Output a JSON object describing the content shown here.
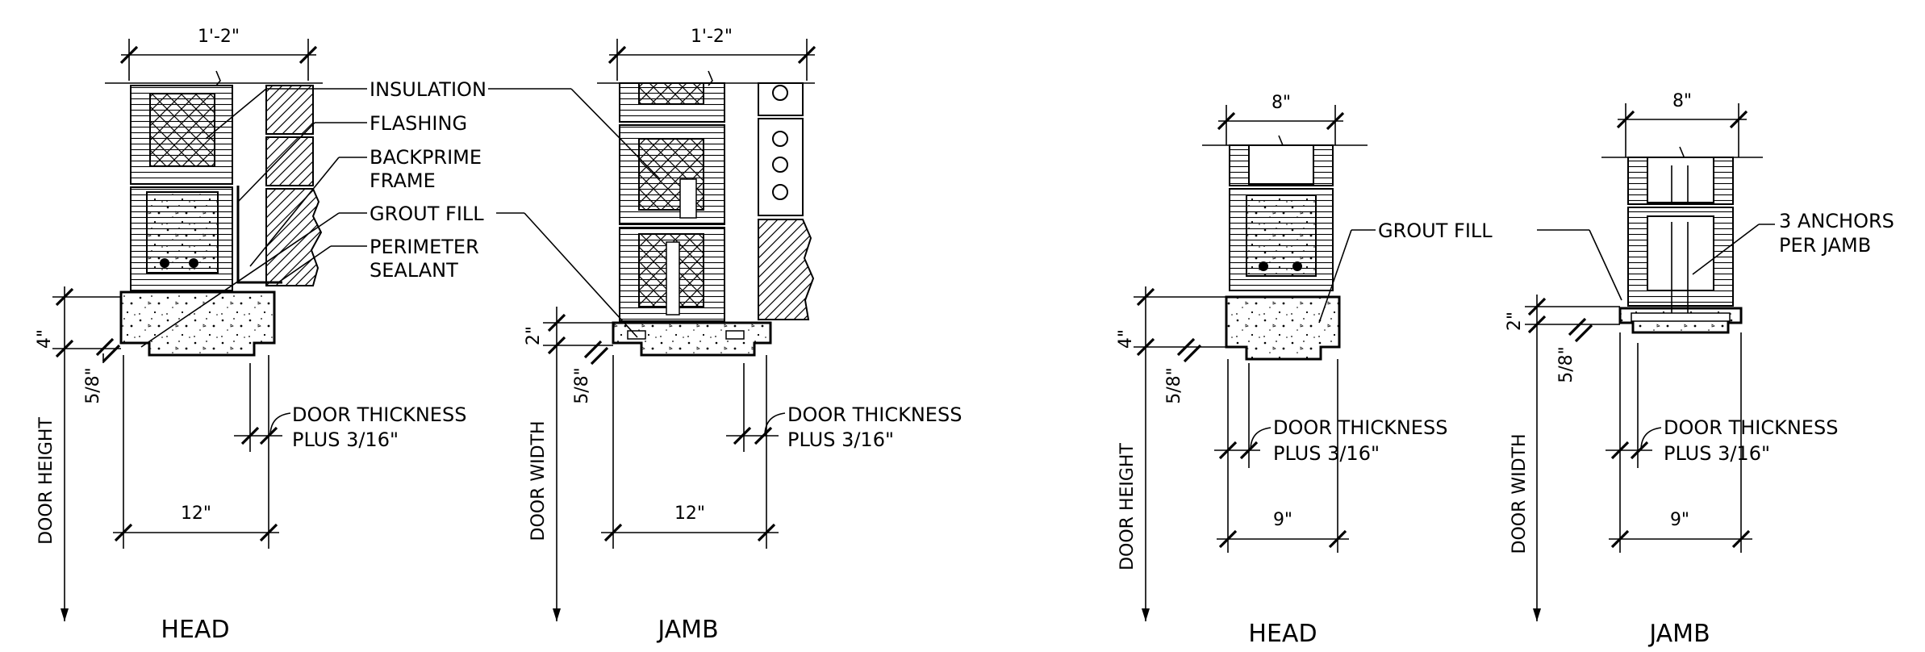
{
  "details": {
    "left_head": {
      "title": "HEAD",
      "width_dim": "1'-2\"",
      "bottom_dim": "12\"",
      "lintel_dim": "4\"",
      "reveal_dim": "5/8\"",
      "side_label": "DOOR HEIGHT",
      "door_thickness": "DOOR THICKNESS",
      "door_thickness_2": "PLUS 3/16\"",
      "callouts": [
        "INSULATION",
        "FLASHING",
        "BACKPRIME",
        "FRAME",
        "GROUT FILL",
        "PERIMETER",
        "SEALANT"
      ]
    },
    "left_jamb": {
      "title": "JAMB",
      "width_dim": "1'-2\"",
      "bottom_dim": "12\"",
      "top_dim": "2\"",
      "reveal_dim": "5/8\"",
      "side_label": "DOOR WIDTH",
      "door_thickness": "DOOR THICKNESS",
      "door_thickness_2": "PLUS 3/16\""
    },
    "right_head": {
      "title": "HEAD",
      "width_dim": "8\"",
      "bottom_dim": "9\"",
      "lintel_dim": "4\"",
      "reveal_dim": "5/8\"",
      "side_label": "DOOR HEIGHT",
      "door_thickness": "DOOR THICKNESS",
      "door_thickness_2": "PLUS 3/16\"",
      "callout": "GROUT FILL"
    },
    "right_jamb": {
      "title": "JAMB",
      "width_dim": "8\"",
      "bottom_dim": "9\"",
      "top_dim": "2\"",
      "reveal_dim": "5/8\"",
      "side_label": "DOOR WIDTH",
      "door_thickness": "DOOR THICKNESS",
      "door_thickness_2": "PLUS 3/16\"",
      "callout_1": "3 ANCHORS",
      "callout_2": "PER JAMB"
    }
  }
}
